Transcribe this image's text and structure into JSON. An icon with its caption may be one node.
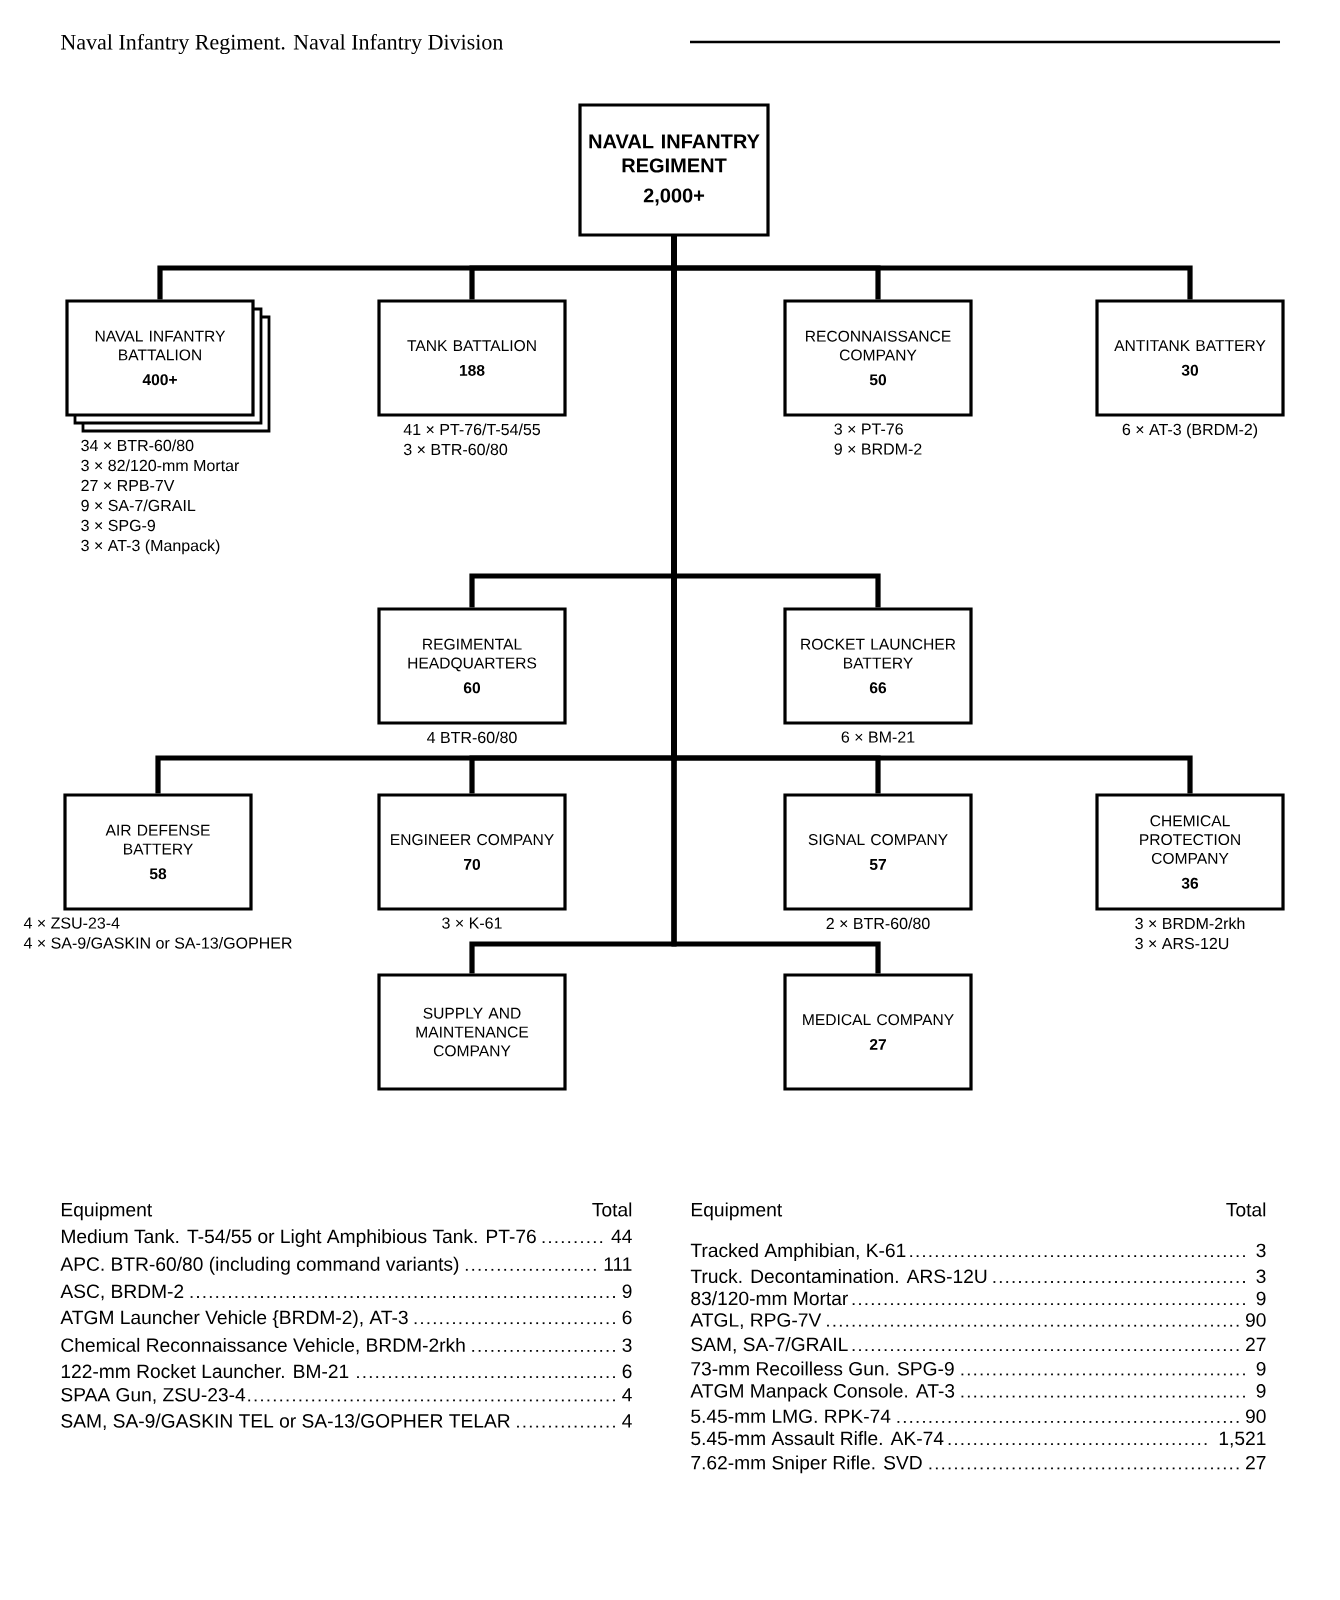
{
  "diagram": {
    "title": "Naval Infantry Regiment. Naval Infantry Division",
    "nodes": [
      {
        "text": [
          "NAVAL INFANTRY REGIMENT",
          "2,000+"
        ]
      },
      {
        "text": [
          "NAVAL INFANTRY BATTALION",
          "400+"
        ],
        "beside": [
          "34 × BTR-60/80",
          "3 × 82/120-mm Mortar",
          "27 × RPB-7V",
          "9 × SA-7/GRAIL",
          "3 × SPG-9",
          "3 × AT-3 (Manpack)"
        ]
      },
      {
        "text": [
          "TANK BATTALION",
          "188"
        ],
        "beside": [
          "41 × PT-76/T-54/55",
          "3 × BTR-60/80"
        ]
      },
      {
        "text": [
          "RECONNAISSANCE COMPANY",
          "50"
        ],
        "beside": [
          "3 × PT-76",
          "9 × BRDM-2"
        ]
      },
      {
        "text": [
          "ANTITANK BATTERY",
          "30"
        ],
        "beside": [
          "6 × AT-3 (BRDM-2)"
        ]
      },
      {
        "text": [
          "REGIMENTAL HEADQUARTERS",
          "60"
        ],
        "beside": [
          "4 BTR-60/80"
        ]
      },
      {
        "text": [
          "ROCKET LAUNCHER BATTERY",
          "66"
        ],
        "beside": [
          "6 × BM-21"
        ]
      },
      {
        "text": [
          "AIR DEFENSE BATTERY",
          "58"
        ],
        "beside": [
          "4 × ZSU-23-4",
          "4 × SA-9/GASKIN or SA-13/GOPHER"
        ]
      },
      {
        "text": [
          "ENGINEER COMPANY",
          "70"
        ],
        "beside": [
          "3 × K-61"
        ]
      },
      {
        "text": [
          "SIGNAL COMPANY",
          "57"
        ],
        "beside": [
          "2 × BTR-60/80"
        ]
      },
      {
        "text": [
          "CHEMICAL PROTECTION COMPANY",
          "36"
        ],
        "beside": [
          "3 × BRDM-2rkh",
          "3 × ARS-12U"
        ]
      },
      {
        "text": [
          "SUPPLY AND MAINTENANCE COMPANY"
        ]
      },
      {
        "text": [
          "MEDICAL COMPANY",
          "27"
        ]
      }
    ],
    "edges": [
      {
        "from": 0,
        "to": 1,
        "arrow": "none"
      },
      {
        "from": 0,
        "to": 2,
        "arrow": "none"
      },
      {
        "from": 0,
        "to": 3,
        "arrow": "none"
      },
      {
        "from": 0,
        "to": 4,
        "arrow": "none"
      },
      {
        "from": 0,
        "to": 5,
        "arrow": "none"
      },
      {
        "from": 0,
        "to": 6,
        "arrow": "none"
      },
      {
        "from": 0,
        "to": 7,
        "arrow": "none"
      },
      {
        "from": 0,
        "to": 8,
        "arrow": "none"
      },
      {
        "from": 0,
        "to": 9,
        "arrow": "none"
      },
      {
        "from": 0,
        "to": 10,
        "arrow": "none"
      },
      {
        "from": 0,
        "to": 11,
        "arrow": "none"
      },
      {
        "from": 0,
        "to": 12,
        "arrow": "none"
      }
    ],
    "labels": [
      "Equipment",
      "Total",
      "Medium Tank. T-54/55 or Light Amphibious Tank. PT-76",
      "44",
      "APC. BTR-60/80 (including command variants)",
      "111",
      "ASC, BRDM-2",
      "9",
      "ATGM Launcher Vehicle {BRDM-2), AT-3",
      "6",
      "Chemical Reconnaissance Vehicle, BRDM-2rkh",
      "3",
      "122-mm Rocket Launcher. BM-21",
      "6",
      "SPAA Gun, ZSU-23-4",
      "4",
      "SAM, SA-9/GASKIN TEL or SA-13/GOPHER TELAR",
      "4",
      "Equipment",
      "Total",
      "Tracked Amphibian, K-61",
      "3",
      "Truck. Decontamination. ARS-12U",
      "3",
      "83/120-mm Mortar",
      "9",
      "ATGL, RPG-7V",
      "90",
      "SAM, SA-7/GRAIL",
      "27",
      "73-mm Recoilless Gun. SPG-9",
      "9",
      "ATGM Manpack Console. AT-3",
      "9",
      "5.45-mm LMG. RPK-74",
      "90",
      "5.45-mm Assault Rifle. AK-74",
      "1,521",
      "7.62-mm Sniper Rifle. SVD",
      "27"
    ]
  }
}
